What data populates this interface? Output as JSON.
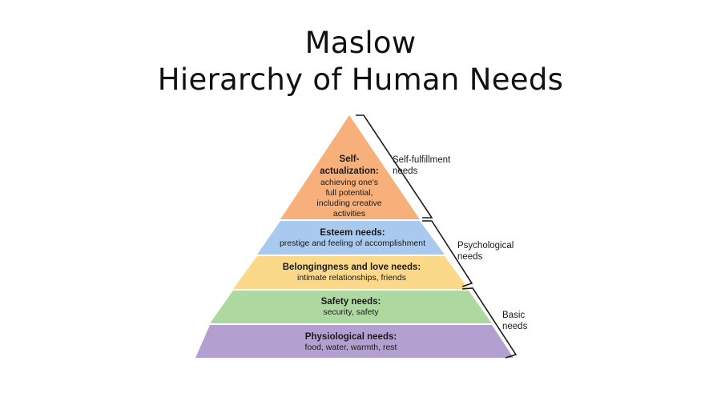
{
  "title": {
    "line1": "Maslow",
    "line2": "Hierarchy of Human Needs"
  },
  "levels": [
    {
      "head1": "Self-",
      "head2": "actualization:",
      "desc": [
        "achieving one's",
        "full potential,",
        "including creative",
        "activities"
      ],
      "color": "#f7b07a"
    },
    {
      "head": "Esteem needs:",
      "desc": [
        "prestige and feeling of accomplishment"
      ],
      "color": "#a9c9ee"
    },
    {
      "head": "Belongingness and love needs:",
      "desc": [
        "intimate relationships, friends"
      ],
      "color": "#fbd98a"
    },
    {
      "head": "Safety needs:",
      "desc": [
        "security, safety"
      ],
      "color": "#add9a1"
    },
    {
      "head": "Physiological needs:",
      "desc": [
        "food, water, warmth, rest"
      ],
      "color": "#b3a0d1"
    }
  ],
  "groups": [
    {
      "line1": "Self-fulfillment",
      "line2": "needs"
    },
    {
      "line1": "Psychological",
      "line2": "needs"
    },
    {
      "line1": "Basic",
      "line2": "needs"
    }
  ]
}
